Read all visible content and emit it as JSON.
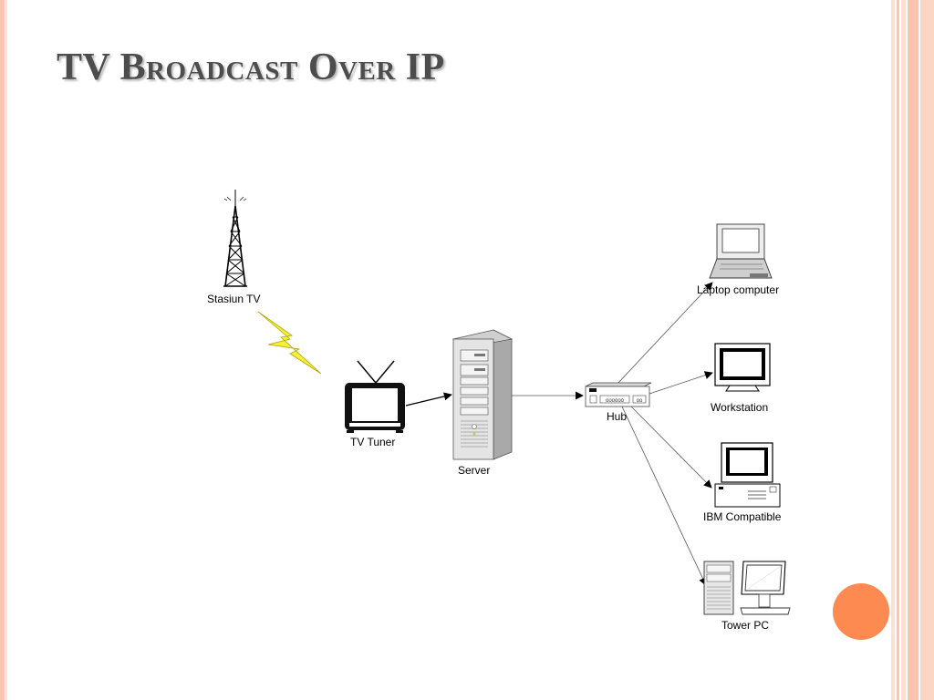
{
  "slide": {
    "title": "TV Broadcast Over IP"
  },
  "diagram": {
    "nodes": {
      "antenna": {
        "label": "Stasiun TV",
        "icon": "broadcast-tower-icon"
      },
      "tv_tuner": {
        "label": "TV Tuner",
        "icon": "television-icon"
      },
      "server": {
        "label": "Server",
        "icon": "server-icon"
      },
      "hub": {
        "label": "Hub",
        "icon": "hub-icon"
      },
      "laptop": {
        "label": "Laptop computer",
        "icon": "laptop-icon"
      },
      "workstation": {
        "label": "Workstation",
        "icon": "monitor-icon"
      },
      "ibm": {
        "label": "IBM Compatible",
        "icon": "desktop-pc-icon"
      },
      "tower": {
        "label": "Tower PC",
        "icon": "tower-pc-icon"
      }
    },
    "edges": [
      {
        "from": "tv_tuner",
        "to": "server"
      },
      {
        "from": "server",
        "to": "hub"
      },
      {
        "from": "hub",
        "to": "laptop"
      },
      {
        "from": "hub",
        "to": "workstation"
      },
      {
        "from": "hub",
        "to": "ibm"
      },
      {
        "from": "hub",
        "to": "tower"
      }
    ],
    "signal_icon": "lightning-bolt-icon"
  },
  "colors": {
    "stripe_peach": "#f9c5b0",
    "stripe_light": "#fde0d2",
    "accent_orange": "#fd8a50",
    "title_gray": "#4d4d4d",
    "bolt_yellow": "#f4ef3a"
  }
}
